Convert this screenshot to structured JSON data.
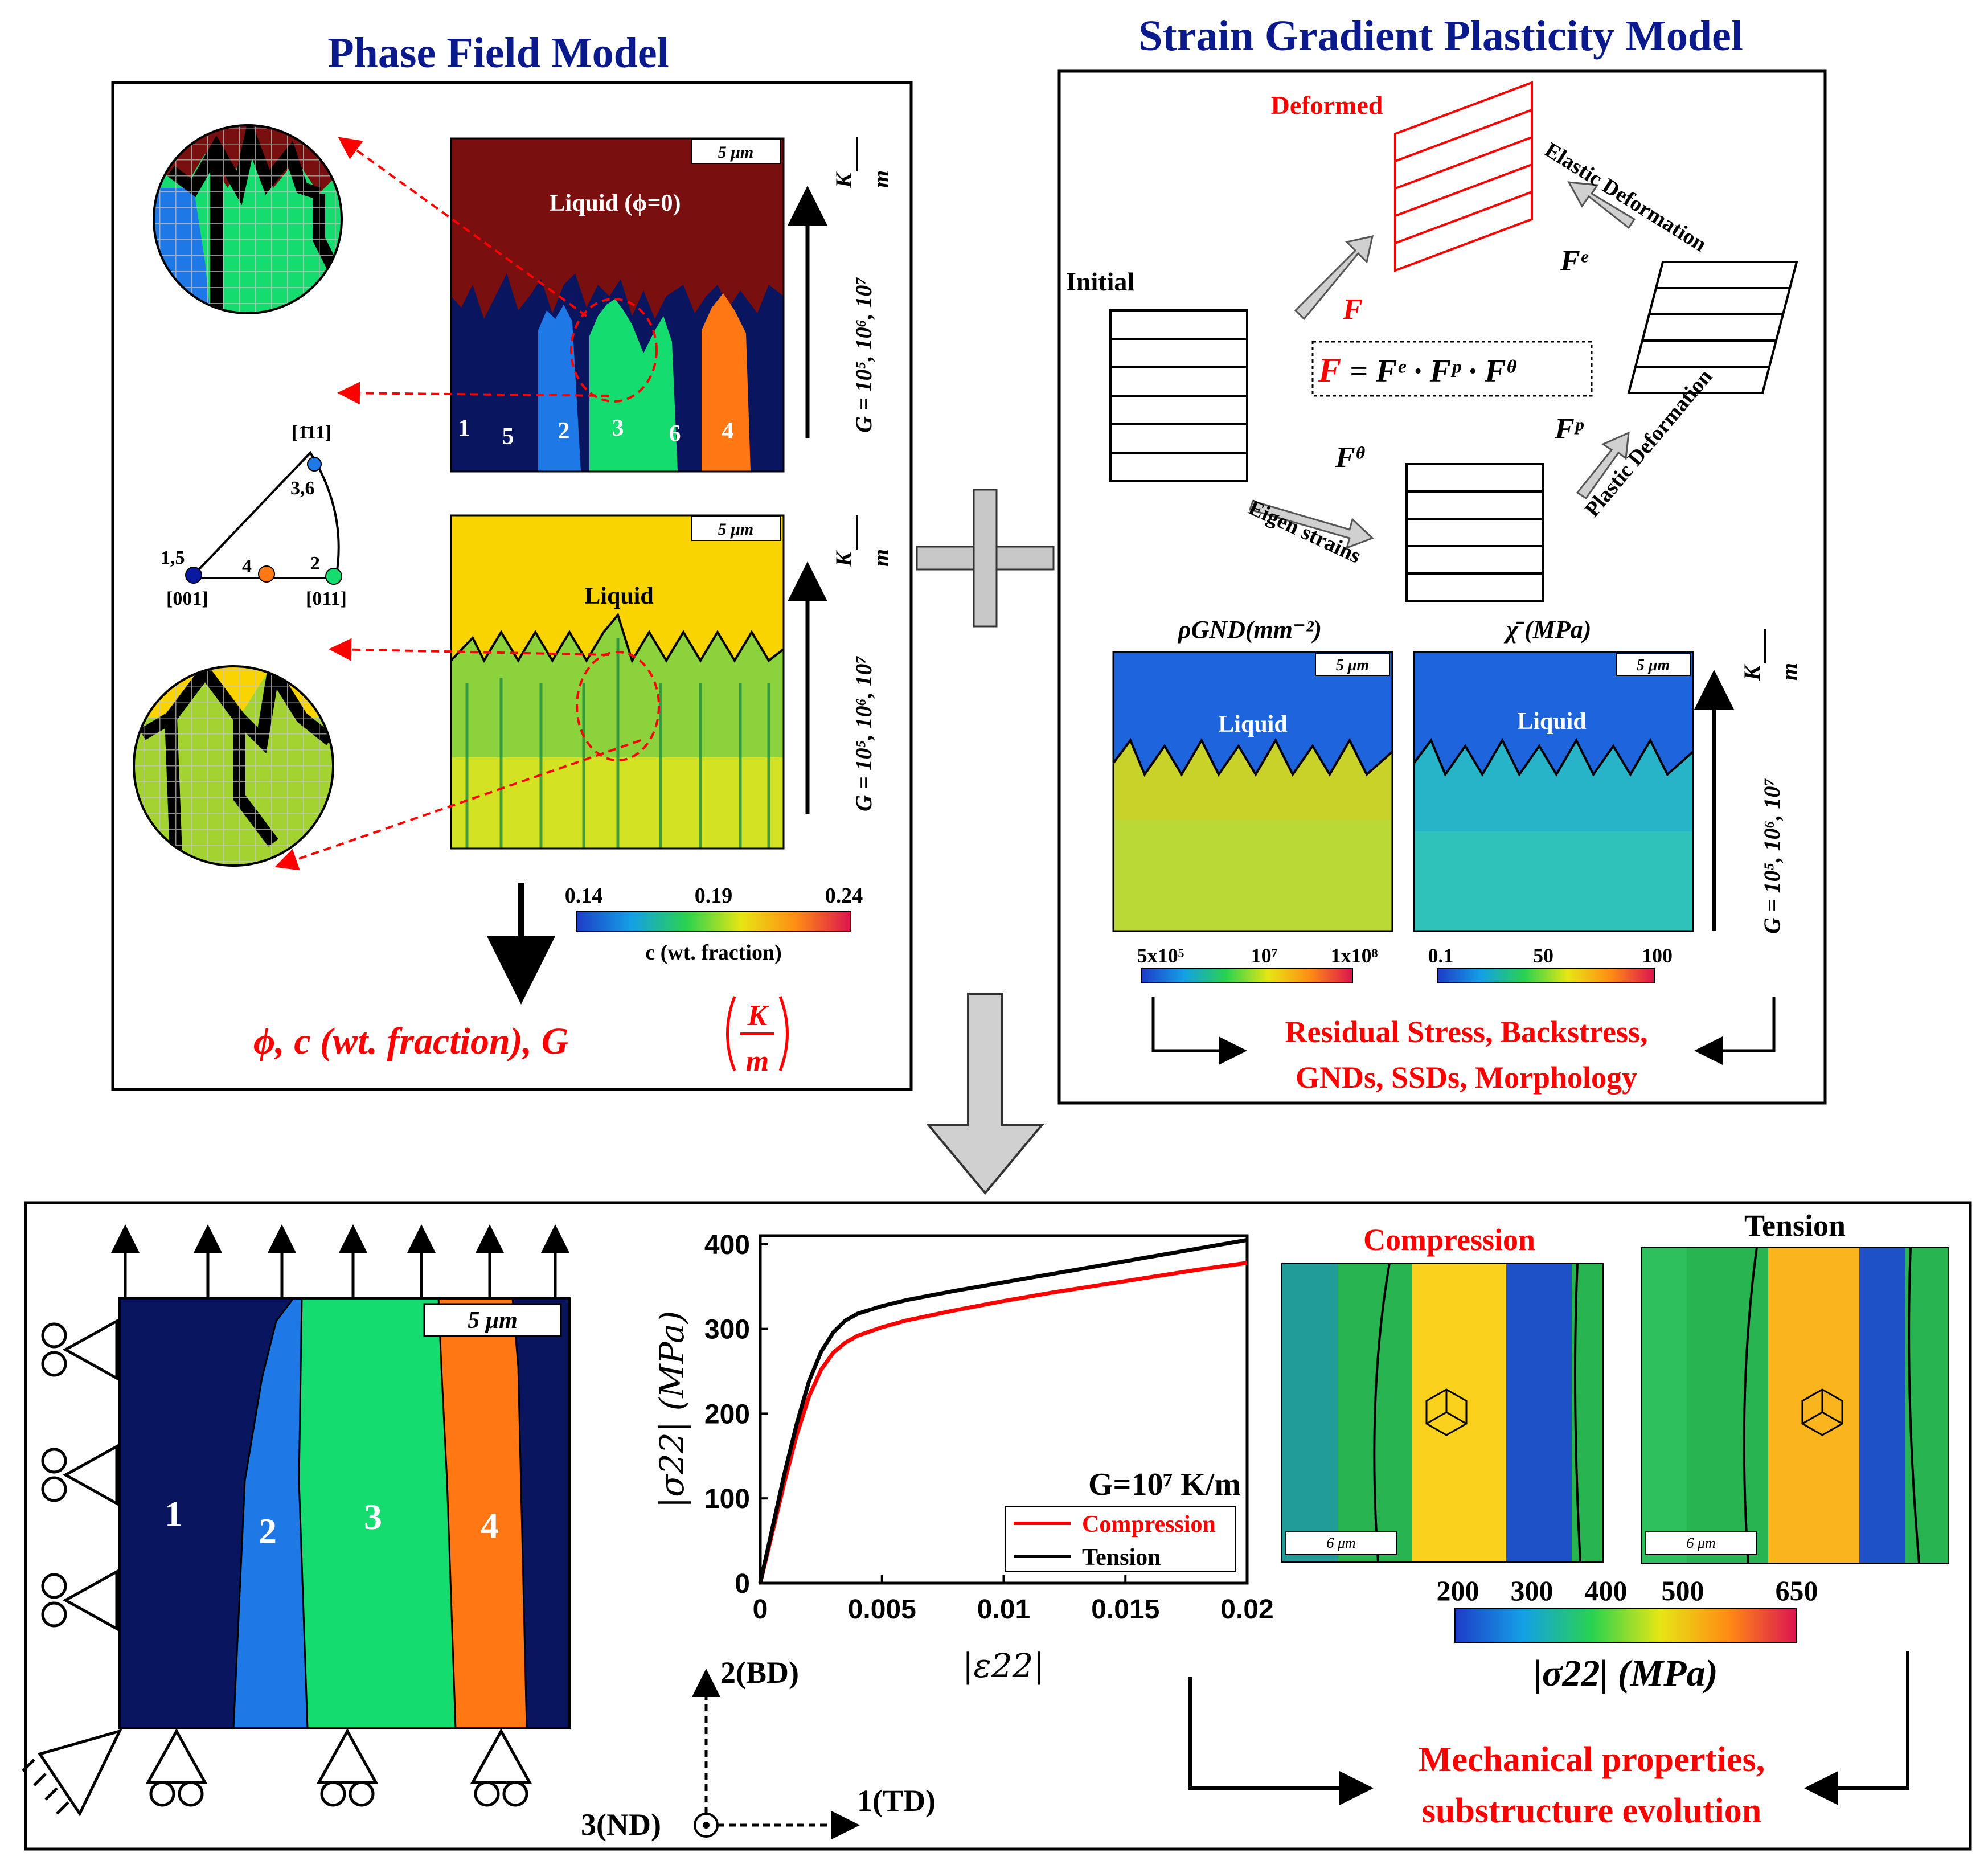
{
  "phase_field": {
    "title": "Phase Field Model",
    "scale": "5 μm",
    "liquid_top": "Liquid (ϕ=0)",
    "liquid_bottom": "Liquid",
    "grain_labels": [
      "1",
      "5",
      "2",
      "3",
      "6",
      "4"
    ],
    "gradient_label": "G = 10⁵, 10⁶, 10⁷",
    "gradient_unit_num": "K",
    "gradient_unit_den": "m",
    "ipf_labels": {
      "top": "[1̄11]",
      "left": "[001]",
      "right": "[011]",
      "p36": "3,6",
      "p15": "1,5",
      "p4": "4",
      "p2": "2"
    },
    "colorbar_ticks": [
      "0.14",
      "0.19",
      "0.24"
    ],
    "colorbar_label": "c (wt. fraction)",
    "output": "ϕ, c (wt. fraction), G",
    "output_num": "K",
    "output_den": "m",
    "colors": {
      "liquid": "#7a0f0f",
      "solid_bg": "#0a1560",
      "grain_blue": "#1e78e6",
      "grain_green": "#14dc6e",
      "grain_orange": "#ff7814",
      "conc_liquid": "#fad400"
    }
  },
  "sgp": {
    "title": "Strain Gradient Plasticity Model",
    "deformed": "Deformed",
    "initial": "Initial",
    "elastic": "Elastic Deformation",
    "plastic": "Plastic Deformation",
    "eigen": "Eigen strains",
    "F": "F",
    "Fe": "Fᵉ",
    "Fp": "Fᵖ",
    "Ftheta": "Fᶿ",
    "equation_lhs": "F",
    "equation_rhs": "= Fᵉ · Fᵖ · Fᶿ",
    "map1_title": "ρGND(mm⁻²)",
    "map2_title": "χ̄ (MPa)",
    "map_scale": "5 μm",
    "liquid": "Liquid",
    "cb1_ticks": [
      "5x10⁵",
      "10⁷",
      "1x10⁸"
    ],
    "cb2_ticks": [
      "0.1",
      "50",
      "100"
    ],
    "gradient_label": "G = 10⁵, 10⁶, 10⁷",
    "output_line1": "Residual Stress, Backstress,",
    "output_line2": "GNDs, SSDs, Morphology"
  },
  "bottom": {
    "grain_numbers": [
      "1",
      "2",
      "3",
      "4"
    ],
    "scale": "5 μm",
    "axis_bd": "2(BD)",
    "axis_td": "1(TD)",
    "axis_nd": "3(ND)",
    "maps": {
      "compression": "Compression",
      "tension": "Tension",
      "scale": "6 μm"
    },
    "stress_cb_ticks": [
      "200",
      "300",
      "400",
      "500",
      "650"
    ],
    "stress_cb_label": "|σ22| (MPa)",
    "output_line1": "Mechanical properties,",
    "output_line2": "substructure evolution"
  },
  "chart_data": {
    "type": "line",
    "title": "G=10⁷ K/m",
    "xlabel": "|ε22|",
    "ylabel": "|σ22| (MPa)",
    "xlim": [
      0,
      0.02
    ],
    "ylim": [
      0,
      410
    ],
    "xticks": [
      "0",
      "0.005",
      "0.01",
      "0.015",
      "0.02"
    ],
    "yticks": [
      "0",
      "100",
      "200",
      "300",
      "400"
    ],
    "legend_position": "bottom-right",
    "series": [
      {
        "name": "Compression",
        "color": "#ff0000",
        "x": [
          0,
          0.0005,
          0.001,
          0.0015,
          0.002,
          0.0025,
          0.003,
          0.0035,
          0.004,
          0.005,
          0.006,
          0.008,
          0.01,
          0.012,
          0.014,
          0.016,
          0.018,
          0.02
        ],
        "y": [
          0,
          60,
          120,
          175,
          220,
          252,
          272,
          284,
          292,
          302,
          310,
          322,
          333,
          343,
          352,
          361,
          370,
          378
        ]
      },
      {
        "name": "Tension",
        "color": "#000000",
        "x": [
          0,
          0.0005,
          0.001,
          0.0015,
          0.002,
          0.0025,
          0.003,
          0.0035,
          0.004,
          0.005,
          0.006,
          0.008,
          0.01,
          0.012,
          0.014,
          0.016,
          0.018,
          0.02
        ],
        "y": [
          0,
          65,
          130,
          188,
          238,
          273,
          296,
          310,
          318,
          327,
          334,
          345,
          355,
          365,
          375,
          385,
          395,
          405
        ]
      }
    ]
  }
}
